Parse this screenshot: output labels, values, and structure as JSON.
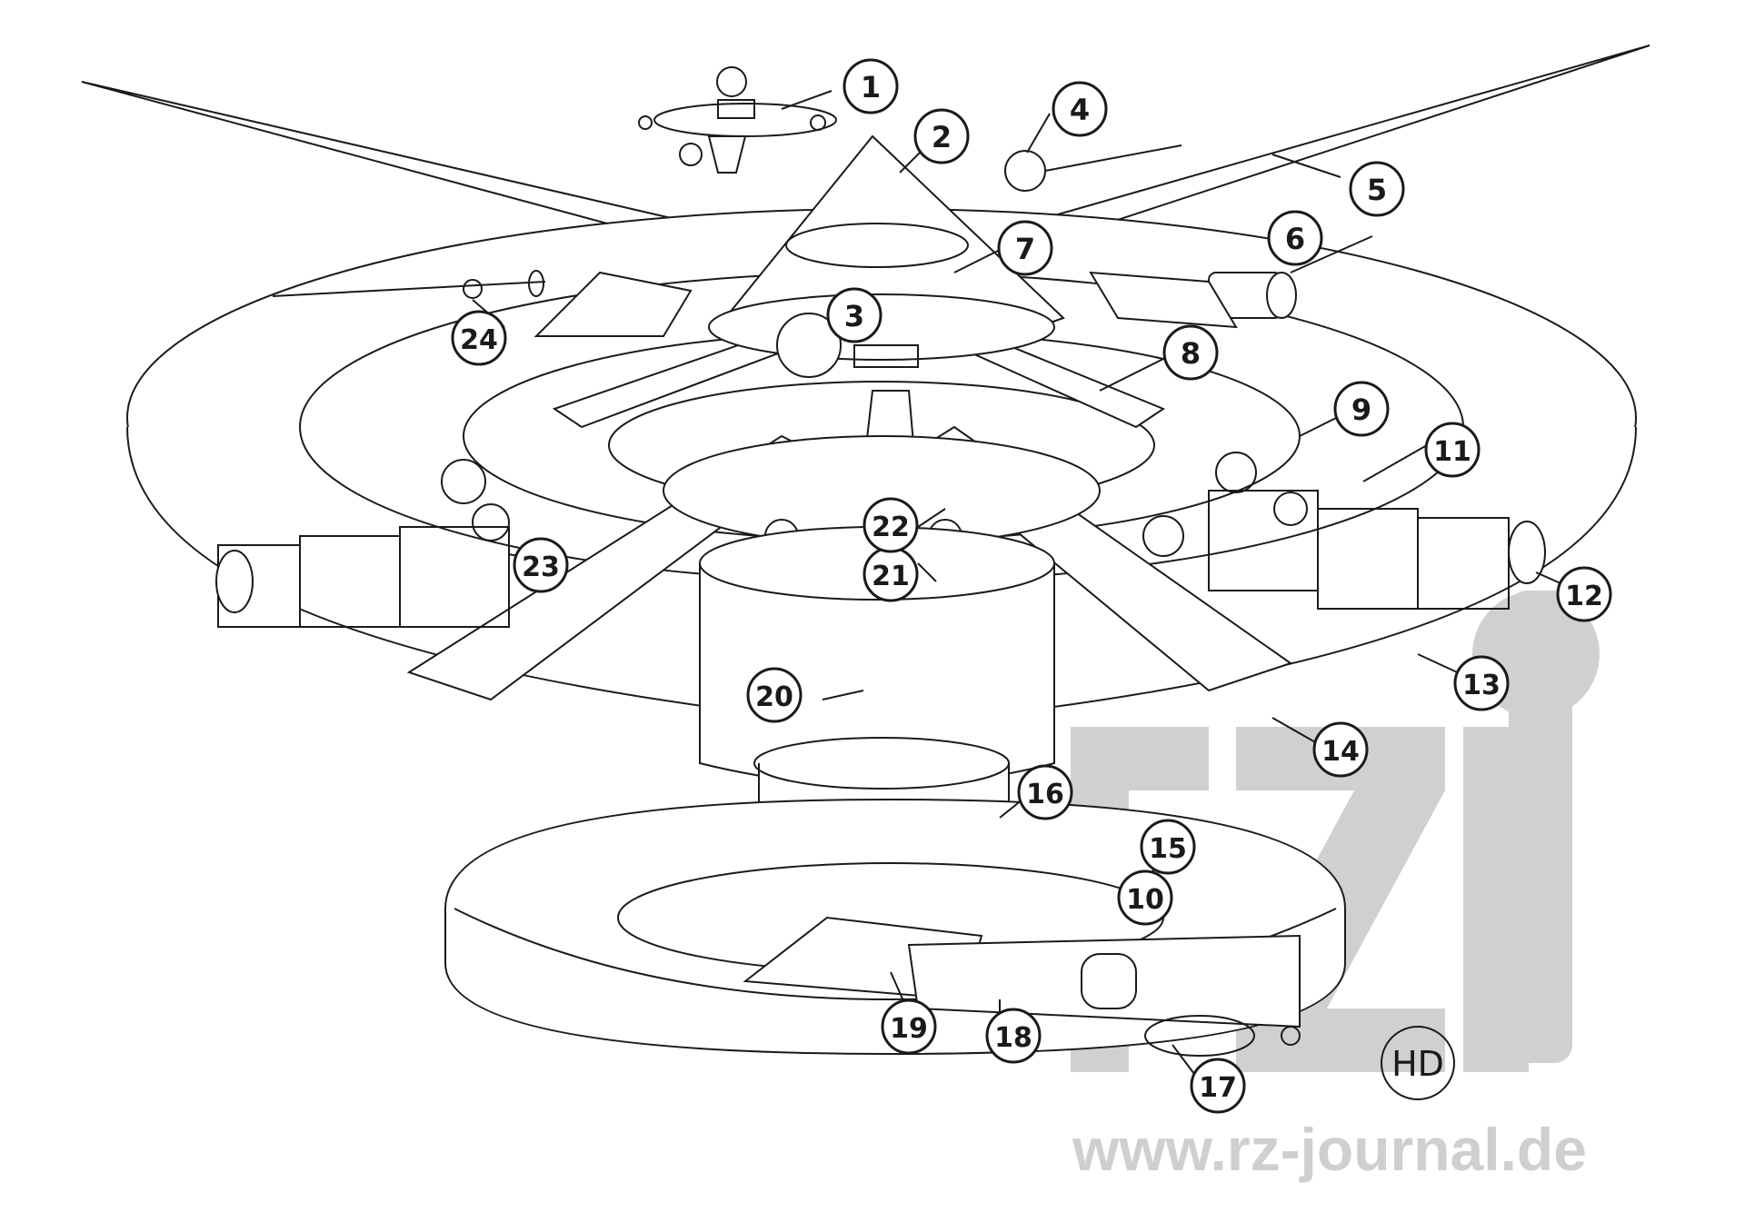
{
  "callouts": [
    "1",
    "2",
    "3",
    "4",
    "5",
    "6",
    "7",
    "8",
    "9",
    "10",
    "11",
    "12",
    "13",
    "14",
    "15",
    "16",
    "17",
    "18",
    "19",
    "20",
    "21",
    "22",
    "23",
    "24"
  ],
  "signature": "HD",
  "watermark": {
    "logo": "rzj",
    "url": "www.rz-journal.de",
    "color": "#d0d0d0"
  },
  "colors": {
    "ink": "#1a1a1a",
    "paper": "#ffffff"
  }
}
